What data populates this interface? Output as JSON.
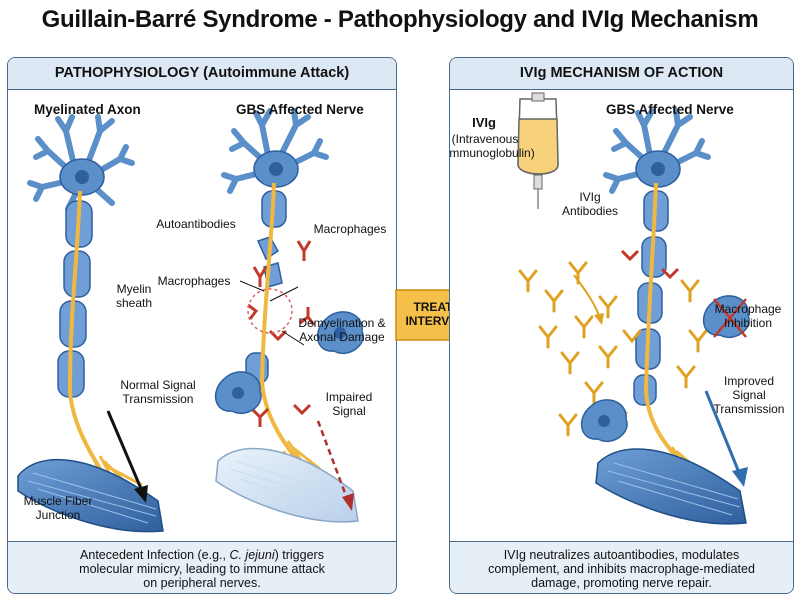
{
  "title": "Guillain-Barré Syndrome - Pathophysiology and IVIg Mechanism",
  "left_panel": {
    "heading": "PATHOPHYSIOLOGY (Autoimmune Attack)",
    "col1_title": "Myelinated Axon",
    "col2_title": "GBS Affected Nerve",
    "myelin_label_1": "Myelin",
    "myelin_label_2": "sheath",
    "normal_signal_1": "Normal Signal",
    "normal_signal_2": "Transmission",
    "muscle_label_1": "Muscle Fiber",
    "muscle_label_2": "Junction",
    "autoantibodies": "Autoantibodies",
    "macrophages_top": "Macrophages",
    "macrophages_left": "Macrophages",
    "demyelination_1": "Demyelination &",
    "demyelination_2": "Axonal Damage",
    "impaired_1": "Impaired",
    "impaired_2": "Signal",
    "footer_1": "Antecedent Infection (e.g., ",
    "footer_italic": "C. jejuni",
    "footer_2": ") triggers",
    "footer_3": "molecular mimicry, leading to immune attack",
    "footer_4": "on peripheral nerves."
  },
  "center_arrow": {
    "line1": "TREATMENT",
    "line2": "INTERVENTION"
  },
  "right_panel": {
    "heading": "IVIg MECHANISM OF ACTION",
    "ivig_title": "IVIg",
    "ivig_sub_1": "(Intravenous",
    "ivig_sub_2": "Immunoglobulin)",
    "col_title": "GBS Affected Nerve",
    "antibodies_1": "IVIg",
    "antibodies_2": "Antibodies",
    "macrophage_inhib_1": "Macrophage",
    "macrophage_inhib_2": "Inhibition",
    "improved_1": "Improved",
    "improved_2": "Signal",
    "improved_3": "Transmission",
    "footer_1": "IVIg neutralizes autoantibodies, modulates",
    "footer_2": "complement, and inhibits macrophage-mediated",
    "footer_3": "damage, promoting nerve repair."
  },
  "colors": {
    "neuron": "#5b8fc9",
    "axon": "#f0b840",
    "antibody_red": "#c0392b",
    "antibody_gold": "#e0a020",
    "arrow_fill": "#f5c04a",
    "panel_header": "#dce8f3"
  }
}
